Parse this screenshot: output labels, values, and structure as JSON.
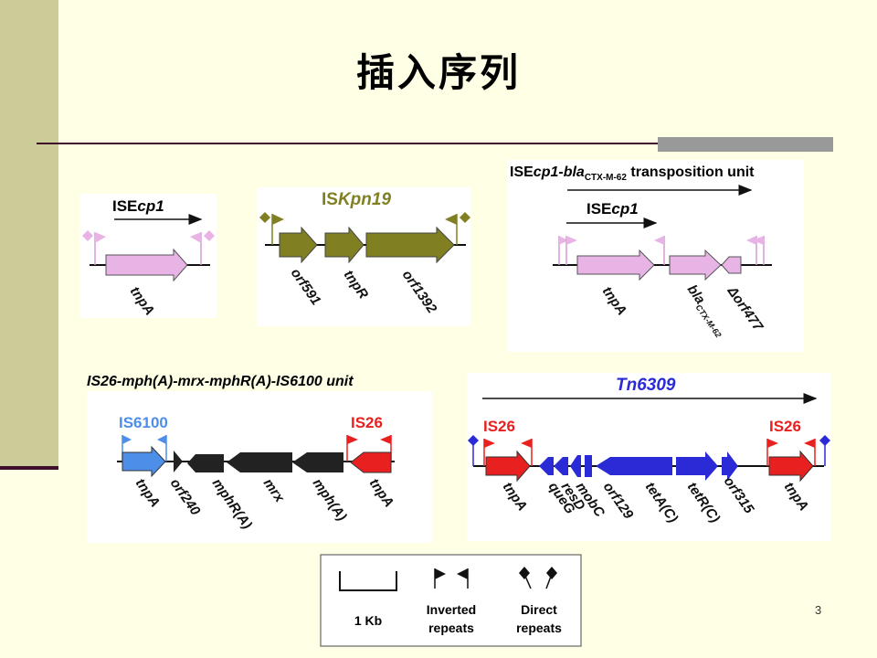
{
  "title": "插入序列",
  "page_number": "3",
  "colors": {
    "pink": "#e8b4e6",
    "olive": "#808023",
    "blue": "#2a2ad6",
    "red": "#e82020",
    "black": "#222222",
    "lightblue": "#4d8fe8"
  },
  "panels": {
    "isecp1": {
      "label_prefix": "ISE",
      "label_italic": "cp1",
      "genes": [
        "tnpA"
      ]
    },
    "iskpn19": {
      "label_prefix": "IS",
      "label_italic": "Kpn19",
      "genes": [
        "orf591",
        "tnpR",
        "orf1392"
      ]
    },
    "transposition": {
      "title_prefix": "ISE",
      "title_italic": "cp1-bla",
      "title_sub": "CTX-M-62",
      "title_suffix": " transposition unit",
      "inner_prefix": "ISE",
      "inner_italic": "cp1",
      "genes": {
        "tnpA": "tnpA",
        "bla": "bla",
        "bla_sub": "CTX-M-62",
        "orf477": "Δorf477"
      }
    },
    "is26unit": {
      "title": "IS26-mph(A)-mrx-mphR(A)-IS6100 unit",
      "left_label": "IS6100",
      "right_label": "IS26",
      "genes": [
        "tnpA",
        "orf240",
        "mphR(A)",
        "mrx",
        "mph(A)",
        "tnpA"
      ]
    },
    "tn6309": {
      "title": "Tn6309",
      "left_label": "IS26",
      "right_label": "IS26",
      "genes": [
        "tnpA",
        "queG",
        "resD",
        "mobC",
        "orf129",
        "tetA(C)",
        "tetR(C)",
        "orf315",
        "tnpA"
      ]
    }
  },
  "legend": {
    "scale": "1 Kb",
    "inverted": [
      "Inverted",
      "repeats"
    ],
    "direct": [
      "Direct",
      "repeats"
    ]
  }
}
